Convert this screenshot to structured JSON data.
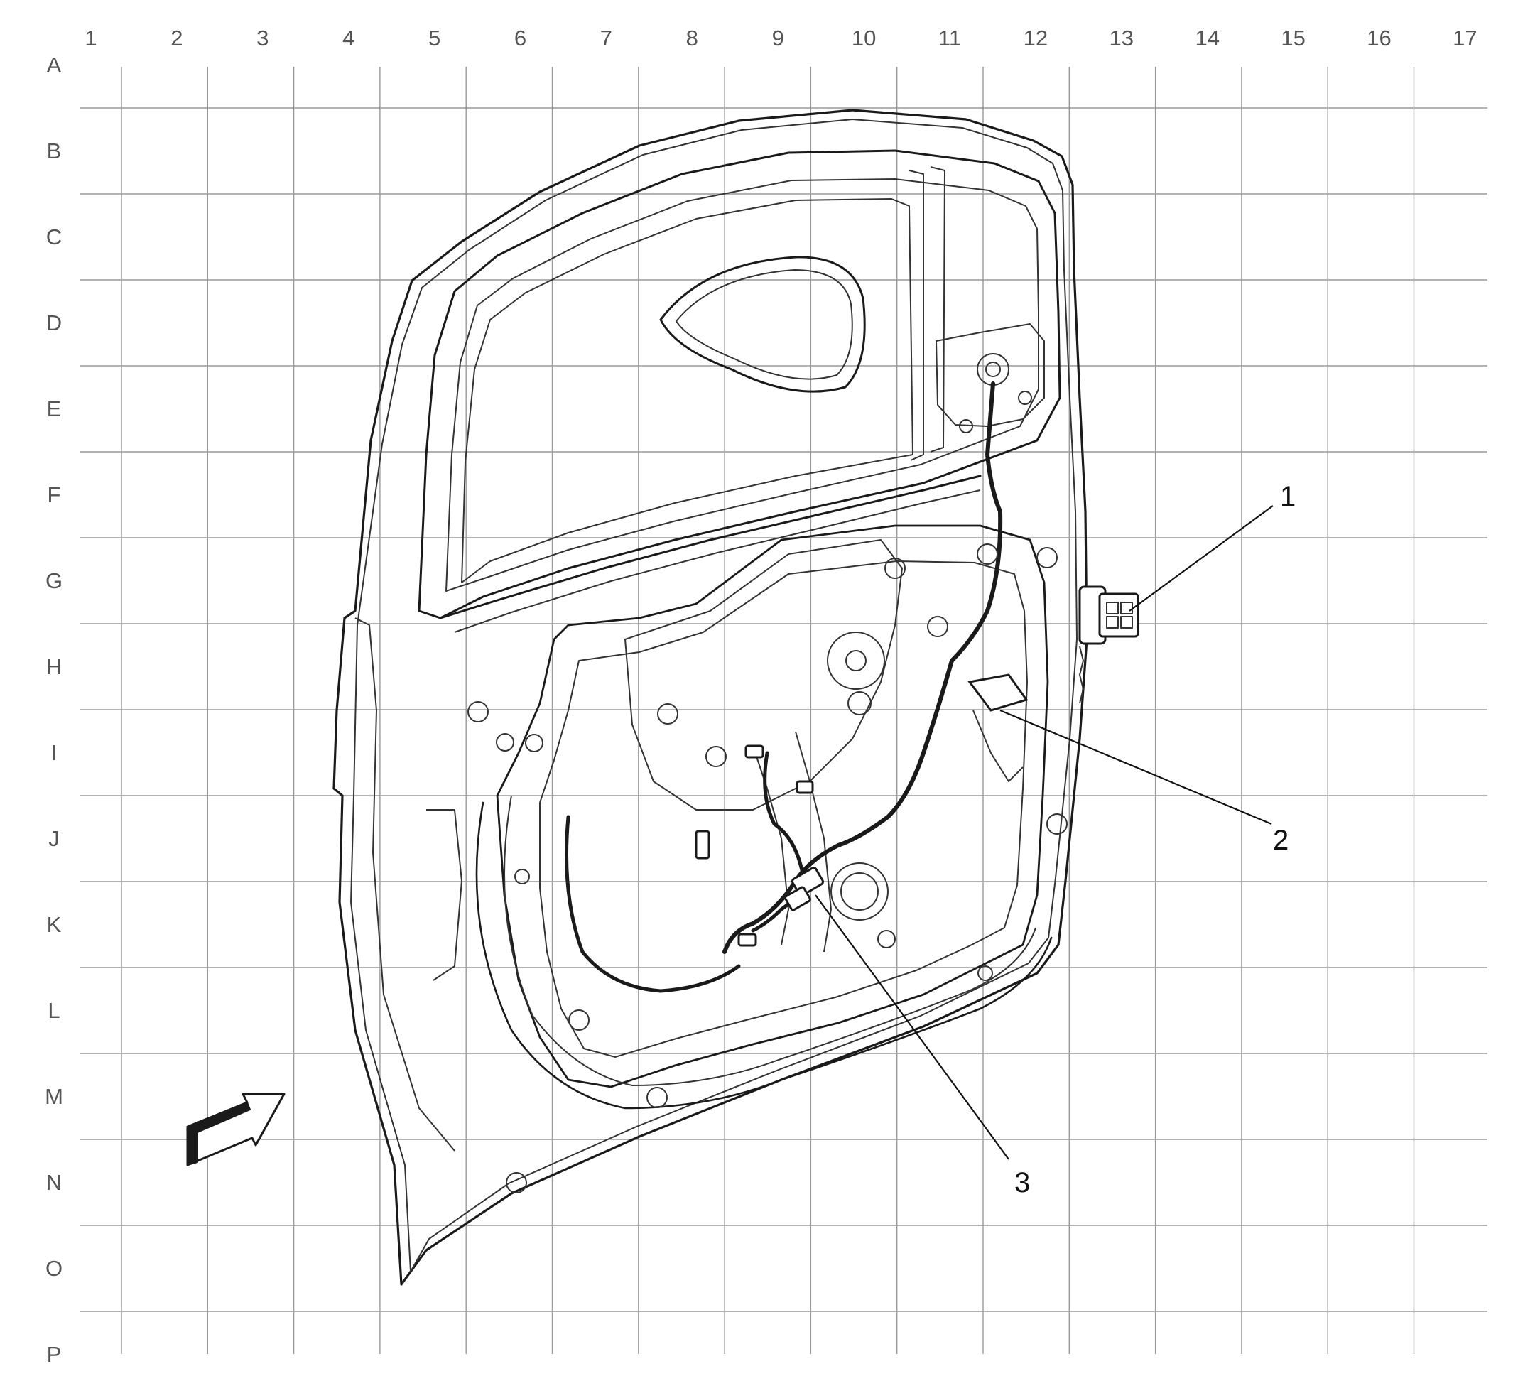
{
  "grid": {
    "columns": [
      "1",
      "2",
      "3",
      "4",
      "5",
      "6",
      "7",
      "8",
      "9",
      "10",
      "11",
      "12",
      "13",
      "14",
      "15",
      "16",
      "17"
    ],
    "rows": [
      "A",
      "B",
      "C",
      "D",
      "E",
      "F",
      "G",
      "H",
      "I",
      "J",
      "K",
      "L",
      "M",
      "N",
      "O",
      "P"
    ]
  },
  "callouts": [
    {
      "id": "1",
      "label": "1"
    },
    {
      "id": "2",
      "label": "2"
    },
    {
      "id": "3",
      "label": "3"
    }
  ],
  "view_arrow_icon": "view-direction-arrow-icon",
  "colors": {
    "grid": "#9a9a9a",
    "ink": "#1a1a1a",
    "labels": "#555555"
  }
}
